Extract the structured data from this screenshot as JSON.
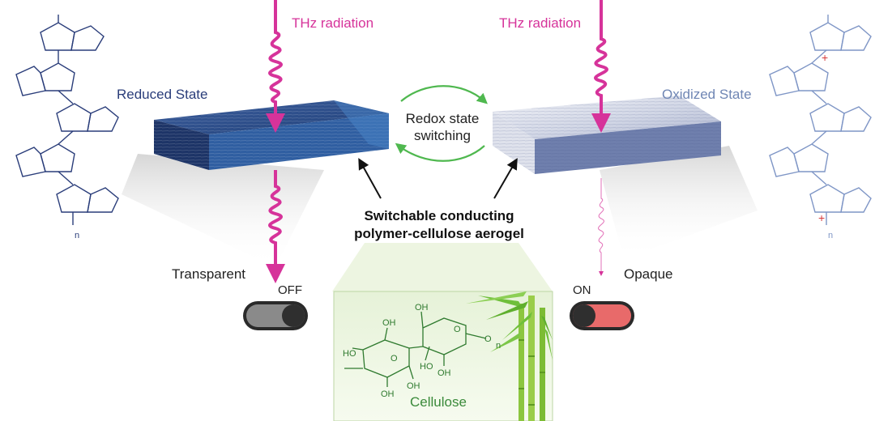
{
  "labels": {
    "thz_left": "THz radiation",
    "thz_right": "THz radiation",
    "reduced_state": "Reduced State",
    "oxidized_state": "Oxidized State",
    "redox_line1": "Redox state",
    "redox_line2": "switching",
    "aerogel_line1": "Switchable conducting",
    "aerogel_line2": "polymer-cellulose aerogel",
    "transparent": "Transparent",
    "opaque": "Opaque",
    "switch_off": "OFF",
    "switch_on": "ON",
    "cellulose": "Cellulose",
    "chem_n": "n"
  },
  "switches": {
    "off": {
      "state": "off"
    },
    "on": {
      "state": "on"
    }
  },
  "colors": {
    "thz": "#d6339a",
    "reduced_slab": "#2a4f8e",
    "oxidized_slab": "#8090b8",
    "switch_on_fill": "#e86a6a",
    "switch_off_fill": "#8a8a8a",
    "redox_arrows": "#4fb84f",
    "cellulose_text": "#3a8a3a",
    "polymer_reduced": "#2a3d7a",
    "polymer_oxidized": "#7f96c6"
  }
}
